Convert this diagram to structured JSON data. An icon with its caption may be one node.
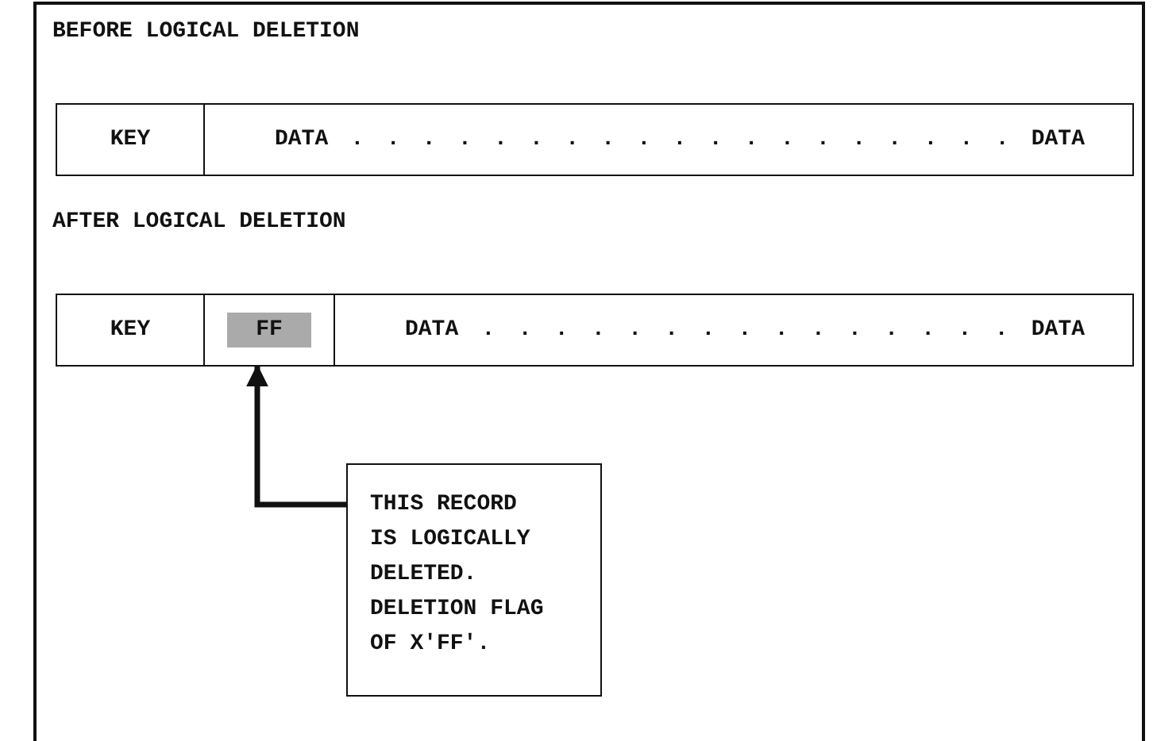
{
  "diagram": {
    "nodes": [
      {
        "text": [
          "KEY"
        ]
      },
      {
        "text": [
          "DATA . . . . . . . . . . . . . . . . . . . DATA"
        ]
      },
      {
        "text": [
          "KEY"
        ]
      },
      {
        "text": [
          "FF"
        ]
      },
      {
        "text": [
          "DATA . . . . . . . . . . . . . . . DATA"
        ]
      },
      {
        "text": [
          "THIS RECORD IS LOGICALLY DELETED. DELETION FLAG OF X'FF'."
        ]
      }
    ],
    "edges": [
      {
        "from": 5,
        "to": 3,
        "arrow": "to"
      }
    ],
    "labels": [
      "BEFORE LOGICAL DELETION",
      "AFTER LOGICAL DELETION"
    ]
  }
}
